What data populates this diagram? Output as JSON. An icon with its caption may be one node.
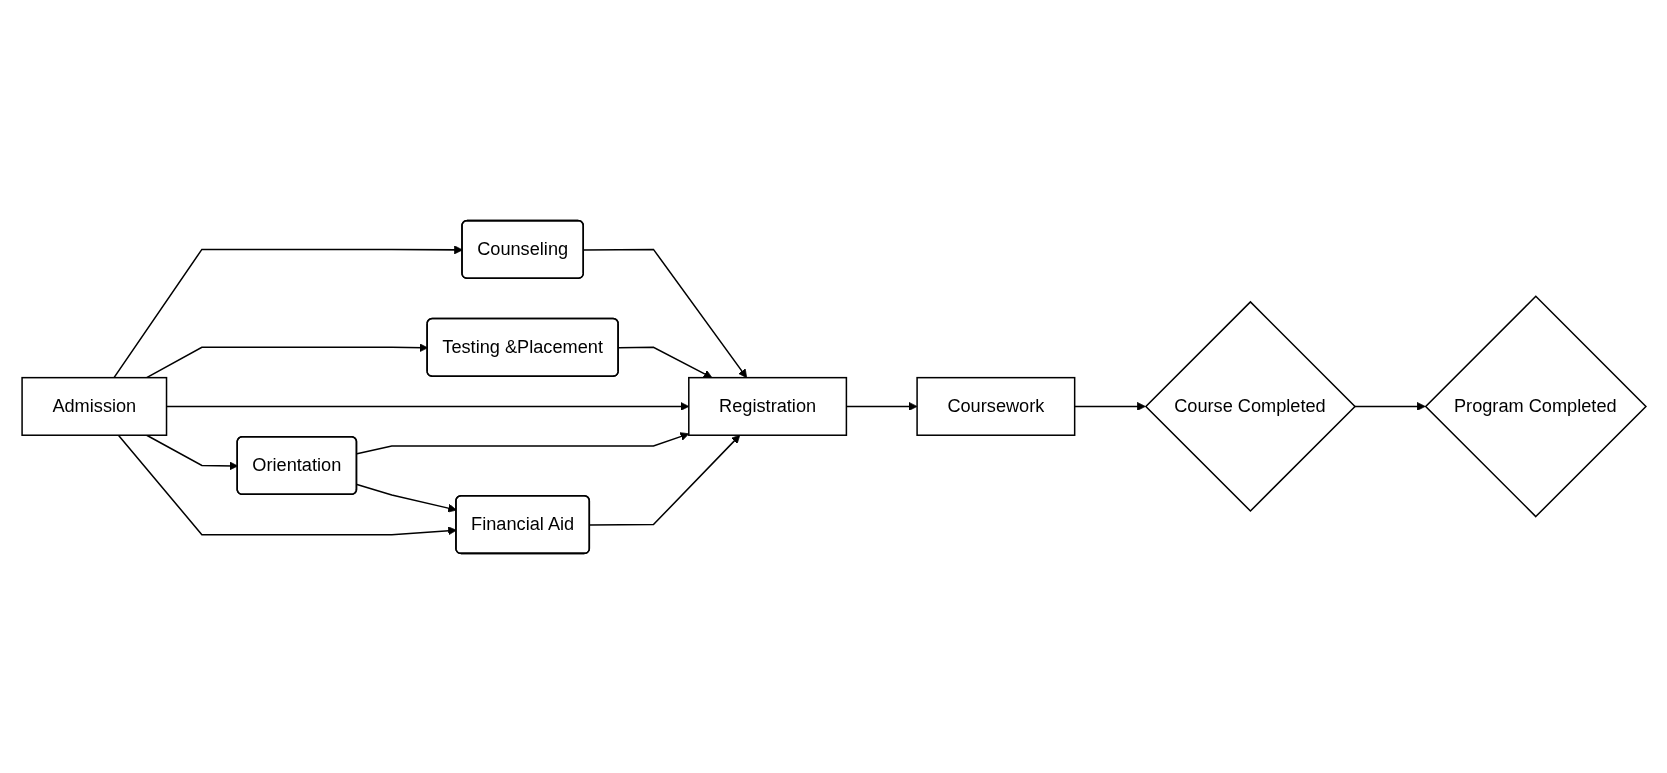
{
  "diagram": {
    "nodes": [
      {
        "text": [
          "Admission"
        ]
      },
      {
        "text": [
          "Counseling"
        ]
      },
      {
        "text": [
          "Testing &Placement"
        ]
      },
      {
        "text": [
          "Orientation"
        ]
      },
      {
        "text": [
          "Financial Aid"
        ]
      },
      {
        "text": [
          "Registration"
        ]
      },
      {
        "text": [
          "Coursework"
        ]
      },
      {
        "text": [
          "Course Completed"
        ]
      },
      {
        "text": [
          "Program Completed"
        ]
      }
    ],
    "edges": [
      {
        "from": 0,
        "to": 1,
        "arrow": "to"
      },
      {
        "from": 0,
        "to": 2,
        "arrow": "to"
      },
      {
        "from": 0,
        "to": 5,
        "arrow": "to"
      },
      {
        "from": 0,
        "to": 3,
        "arrow": "to"
      },
      {
        "from": 0,
        "to": 4,
        "arrow": "to"
      },
      {
        "from": 1,
        "to": 5,
        "arrow": "to"
      },
      {
        "from": 2,
        "to": 5,
        "arrow": "to"
      },
      {
        "from": 3,
        "to": 5,
        "arrow": "to"
      },
      {
        "from": 3,
        "to": 4,
        "arrow": "to"
      },
      {
        "from": 4,
        "to": 5,
        "arrow": "to"
      },
      {
        "from": 5,
        "to": 6,
        "arrow": "to"
      },
      {
        "from": 6,
        "to": 7,
        "arrow": "to"
      },
      {
        "from": 7,
        "to": 8,
        "arrow": "to"
      }
    ]
  }
}
